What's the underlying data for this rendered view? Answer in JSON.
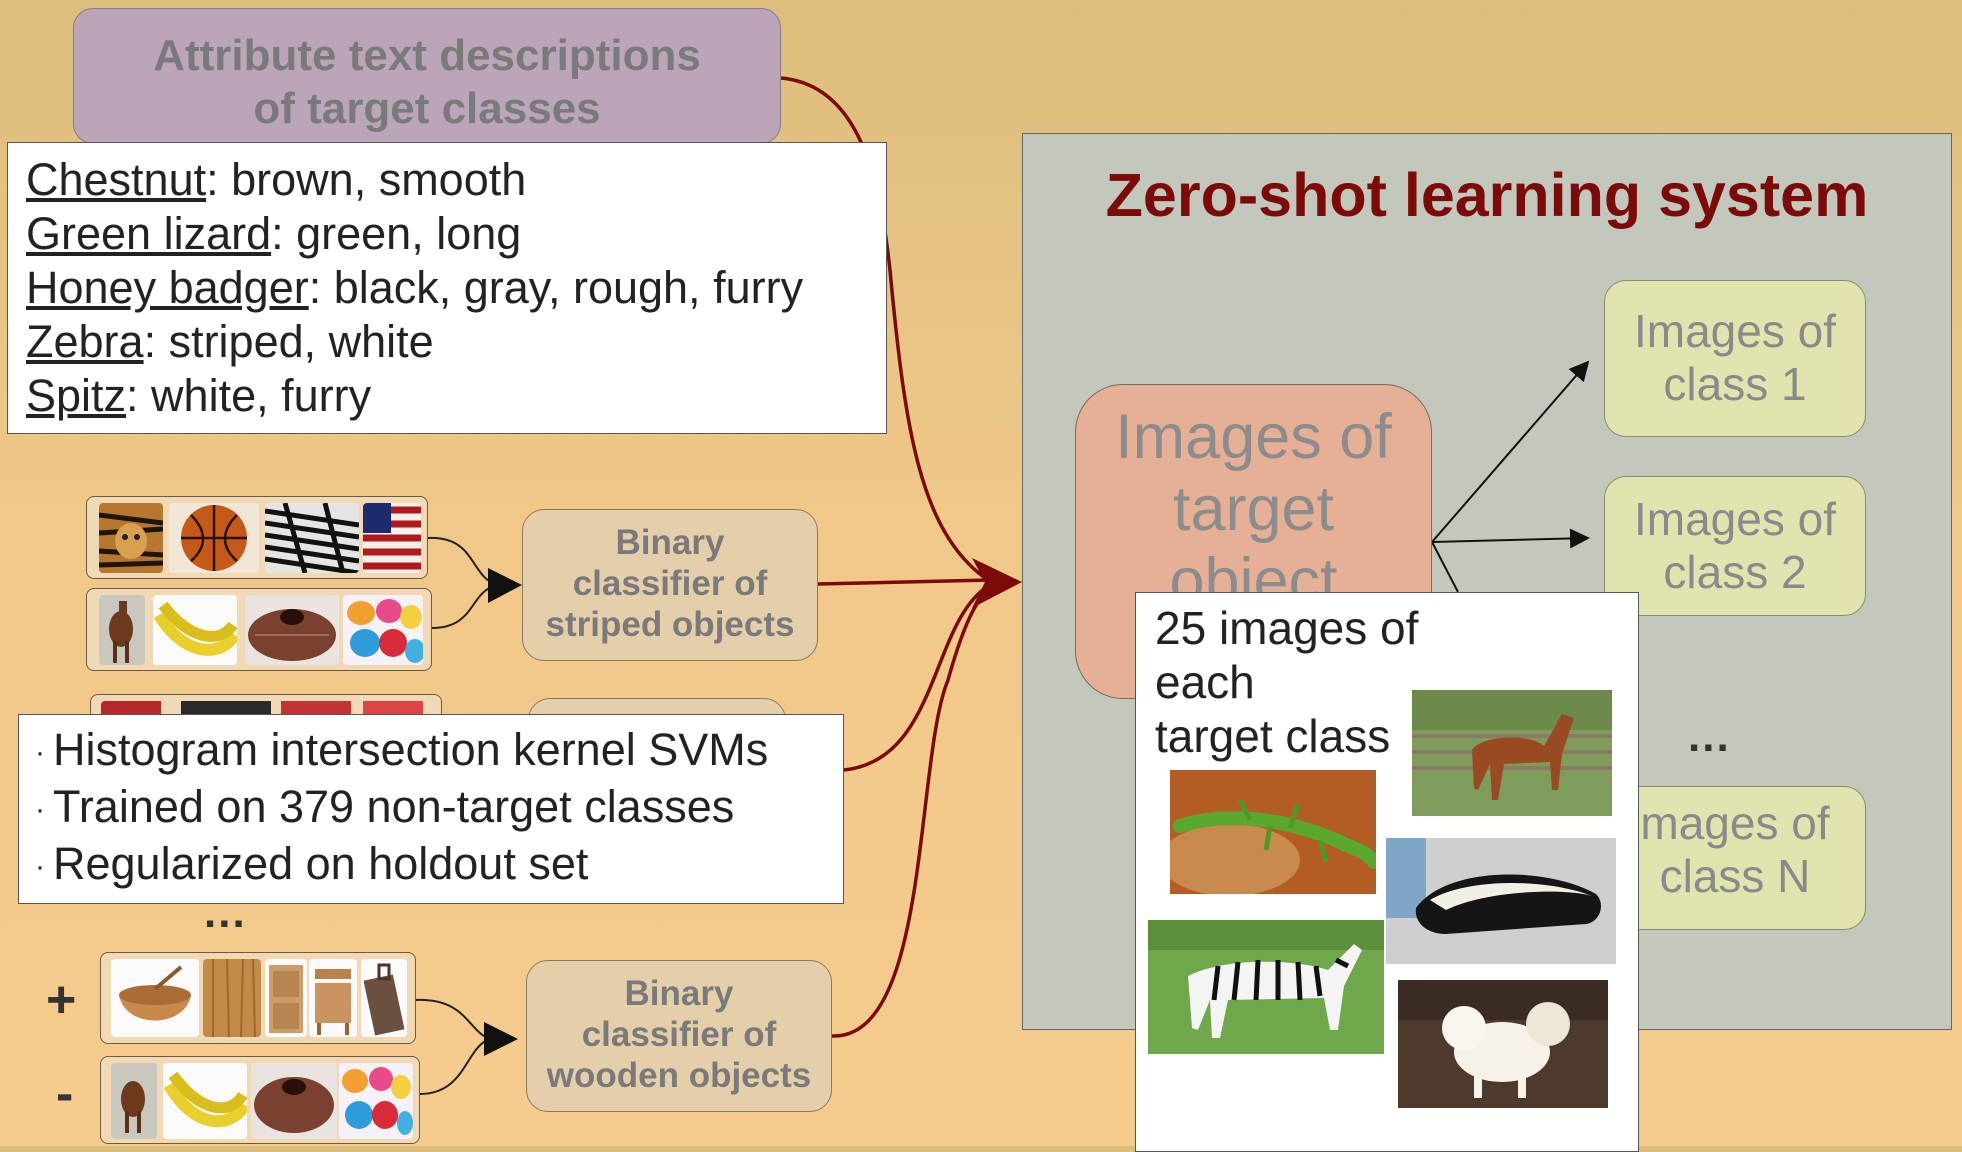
{
  "attributes": {
    "title_line1": "Attribute text descriptions",
    "title_line2": "of target classes",
    "entries": [
      {
        "name": "Chestnut",
        "desc": ": brown, smooth"
      },
      {
        "name": "Green lizard",
        "desc": ": green, long"
      },
      {
        "name": "Honey badger",
        "desc": ": black, gray, rough, furry"
      },
      {
        "name": "Zebra",
        "desc": ": striped, white"
      },
      {
        "name": "Spitz",
        "desc": ": white, furry"
      }
    ]
  },
  "classifiers": {
    "striped": {
      "line1": "Binary",
      "line2": "classifier of",
      "line3": "striped objects"
    },
    "wooden": {
      "line1": "Binary",
      "line2": "classifier of",
      "line3": "wooden objects"
    },
    "ellipsis": "...",
    "plus": "+",
    "minus": "-"
  },
  "svm": {
    "bullet": "·",
    "items": [
      "Histogram intersection kernel SVMs",
      "Trained on 379 non-target classes",
      "Regularized on holdout set"
    ]
  },
  "system": {
    "title": "Zero-shot learning system",
    "target_line1": "Images of",
    "target_line2": "target",
    "target_line3": "object",
    "classes": [
      {
        "line1": "Images of",
        "line2": "class 1"
      },
      {
        "line1": "Images of",
        "line2": "class 2"
      },
      {
        "line1": "mages of",
        "line2": "class N"
      }
    ],
    "ellipsis": "..."
  },
  "samples": {
    "line1": "25 images of each",
    "line2": "target class"
  },
  "icons": {
    "positive": [
      "tiger-photo-icon",
      "basketball-photo-icon",
      "zebras-photo-icon",
      "flag-photo-icon"
    ],
    "negative": [
      "horse-photo-icon",
      "bananas-photo-icon",
      "cake-photo-icon",
      "easter-eggs-photo-icon"
    ],
    "wooden": [
      "bowl-photo-icon",
      "wood-plank-photo-icon",
      "cabinet-photo-icon",
      "wash-stand-photo-icon",
      "suitcase-photo-icon"
    ]
  },
  "colors": {
    "background": "#f0c888",
    "arrow": "#7b0a08",
    "title": "#7b0a08",
    "panel": "#c3c8bd",
    "target": "#e6b096",
    "class": "#e1e4ae"
  }
}
